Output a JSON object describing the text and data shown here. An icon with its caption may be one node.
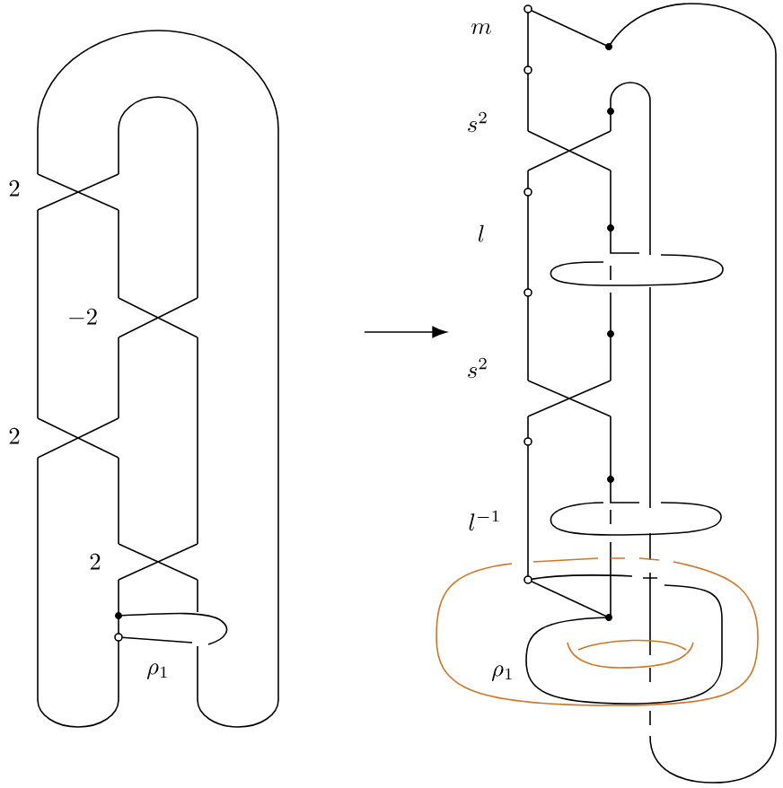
{
  "diagram": {
    "labels": [
      "2",
      "-2",
      "2",
      "2",
      "\\rho_1",
      "m",
      "s^2",
      "l",
      "s^2",
      "l^{-1}",
      "\\rho_1"
    ]
  }
}
